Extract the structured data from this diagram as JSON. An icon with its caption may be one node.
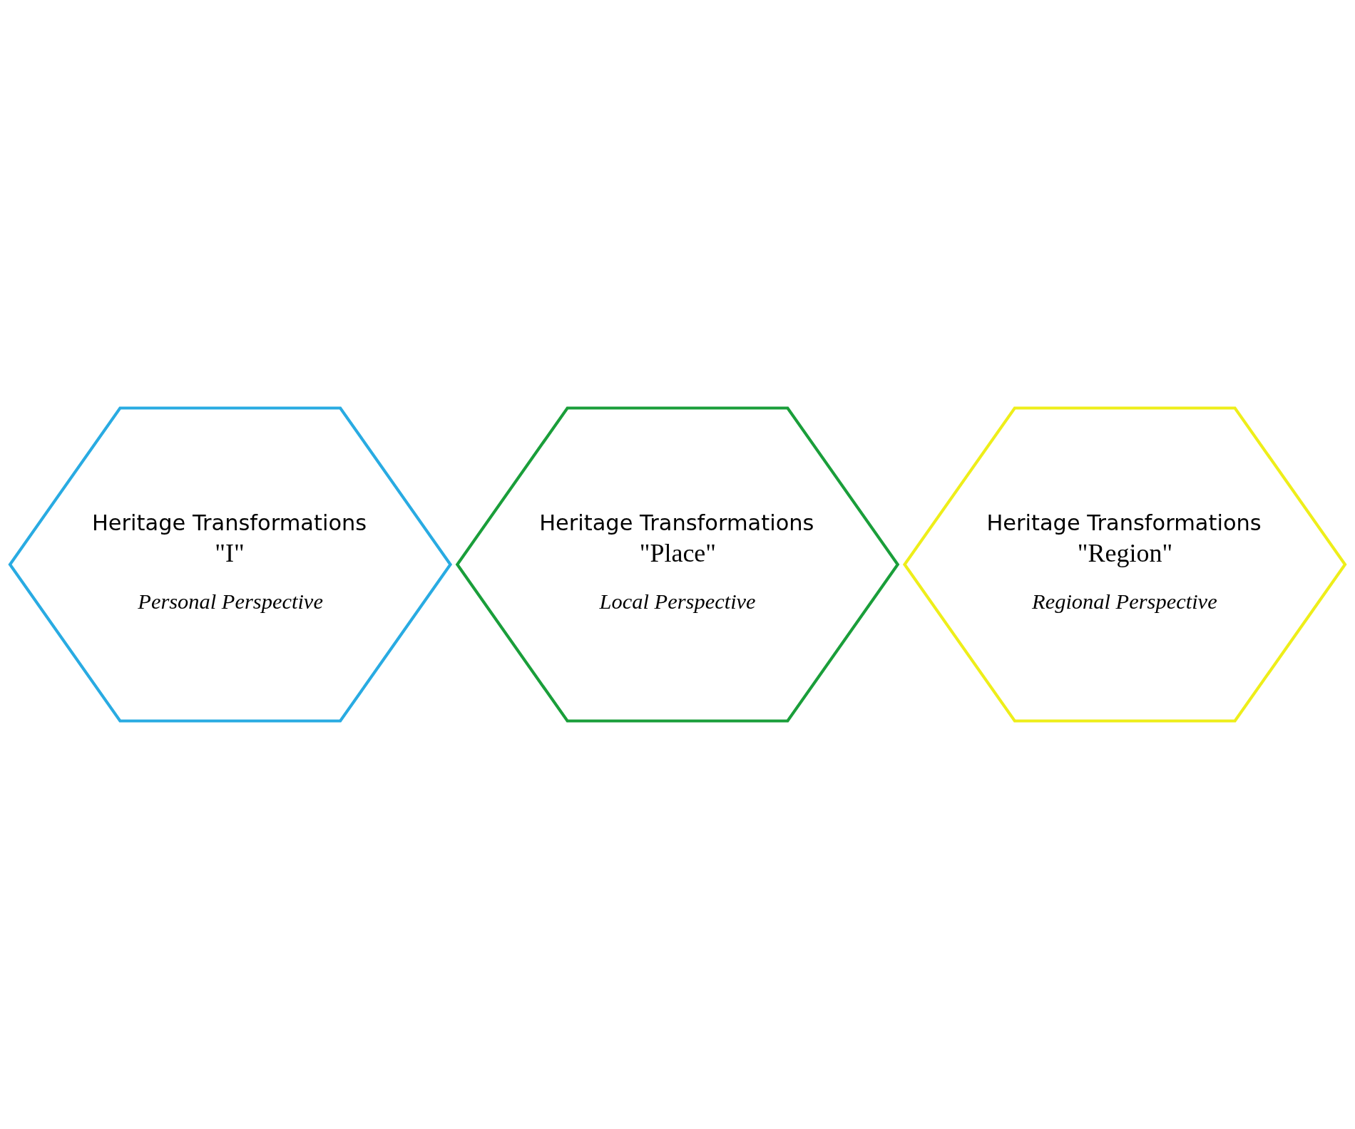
{
  "diagram": {
    "nodes": [
      {
        "text": [
          "Heritage Transformations",
          "\"I\"",
          "Personal Perspective"
        ]
      },
      {
        "text": [
          "Heritage Transformations",
          "\"Place\"",
          "Local Perspective"
        ]
      },
      {
        "text": [
          "Heritage Transformations",
          "\"Region\"",
          "Regional Perspective"
        ]
      }
    ],
    "edges": []
  }
}
